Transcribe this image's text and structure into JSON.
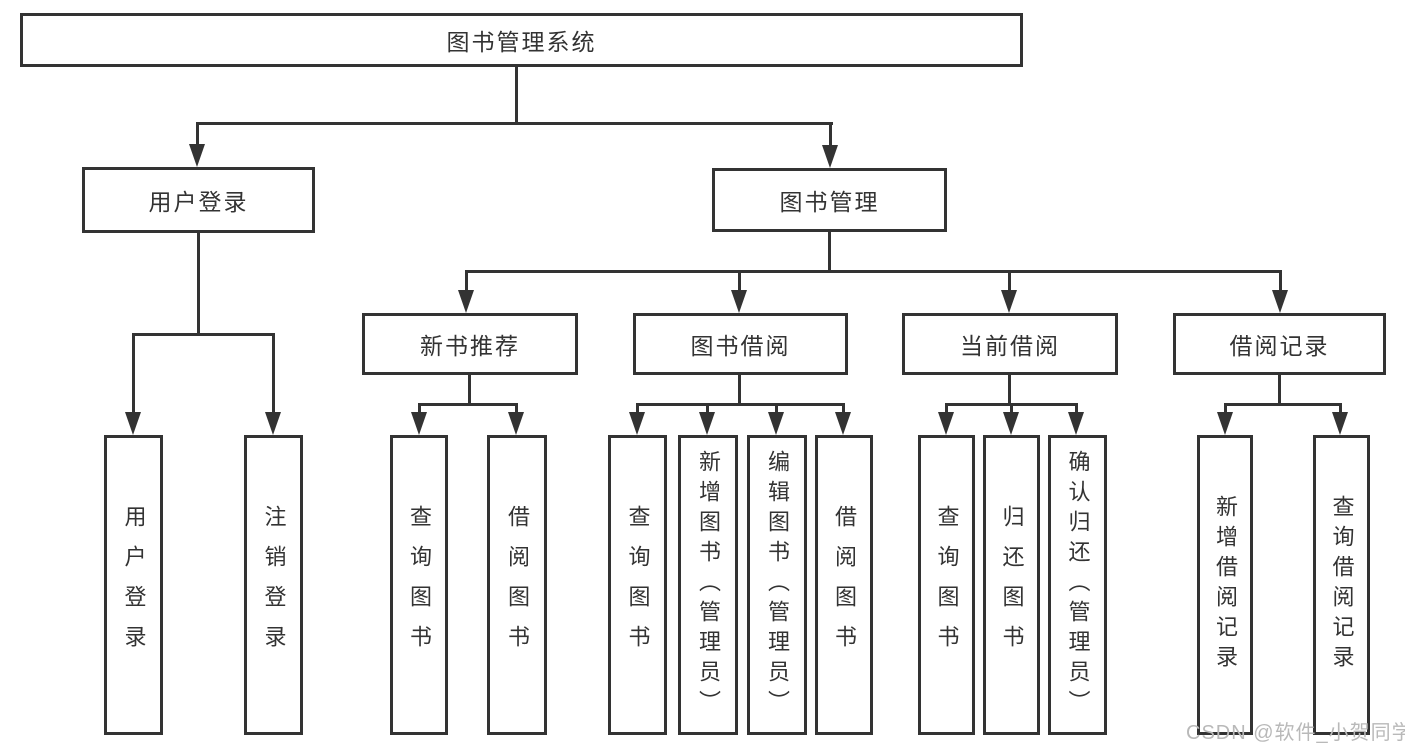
{
  "diagram": {
    "root": "图书管理系统",
    "level2": {
      "user_login": "用户登录",
      "book_mgmt": "图书管理"
    },
    "level3": {
      "new_book_rec": "新书推荐",
      "book_borrow": "图书借阅",
      "current_borrow": "当前借阅",
      "borrow_records": "借阅记录"
    },
    "leaves": {
      "user_login": "用户登录",
      "logout": "注销登录",
      "rec_query_book": "查询图书",
      "rec_borrow_book": "借阅图书",
      "borrow_query_book": "查询图书",
      "borrow_add_book": "新增图书（管理员）",
      "borrow_edit_book": "编辑图书（管理员）",
      "borrow_borrow_book": "借阅图书",
      "current_query_book": "查询图书",
      "current_return_book": "归还图书",
      "current_confirm_return": "确认归还（管理员）",
      "records_add_record": "新增借阅记录",
      "records_query_record": "查询借阅记录"
    }
  },
  "watermark": "CSDN @软件_小贺同学",
  "colors": {
    "line": "#333333",
    "text": "#333333",
    "watermark": "#b9b9b9",
    "background": "#ffffff"
  }
}
